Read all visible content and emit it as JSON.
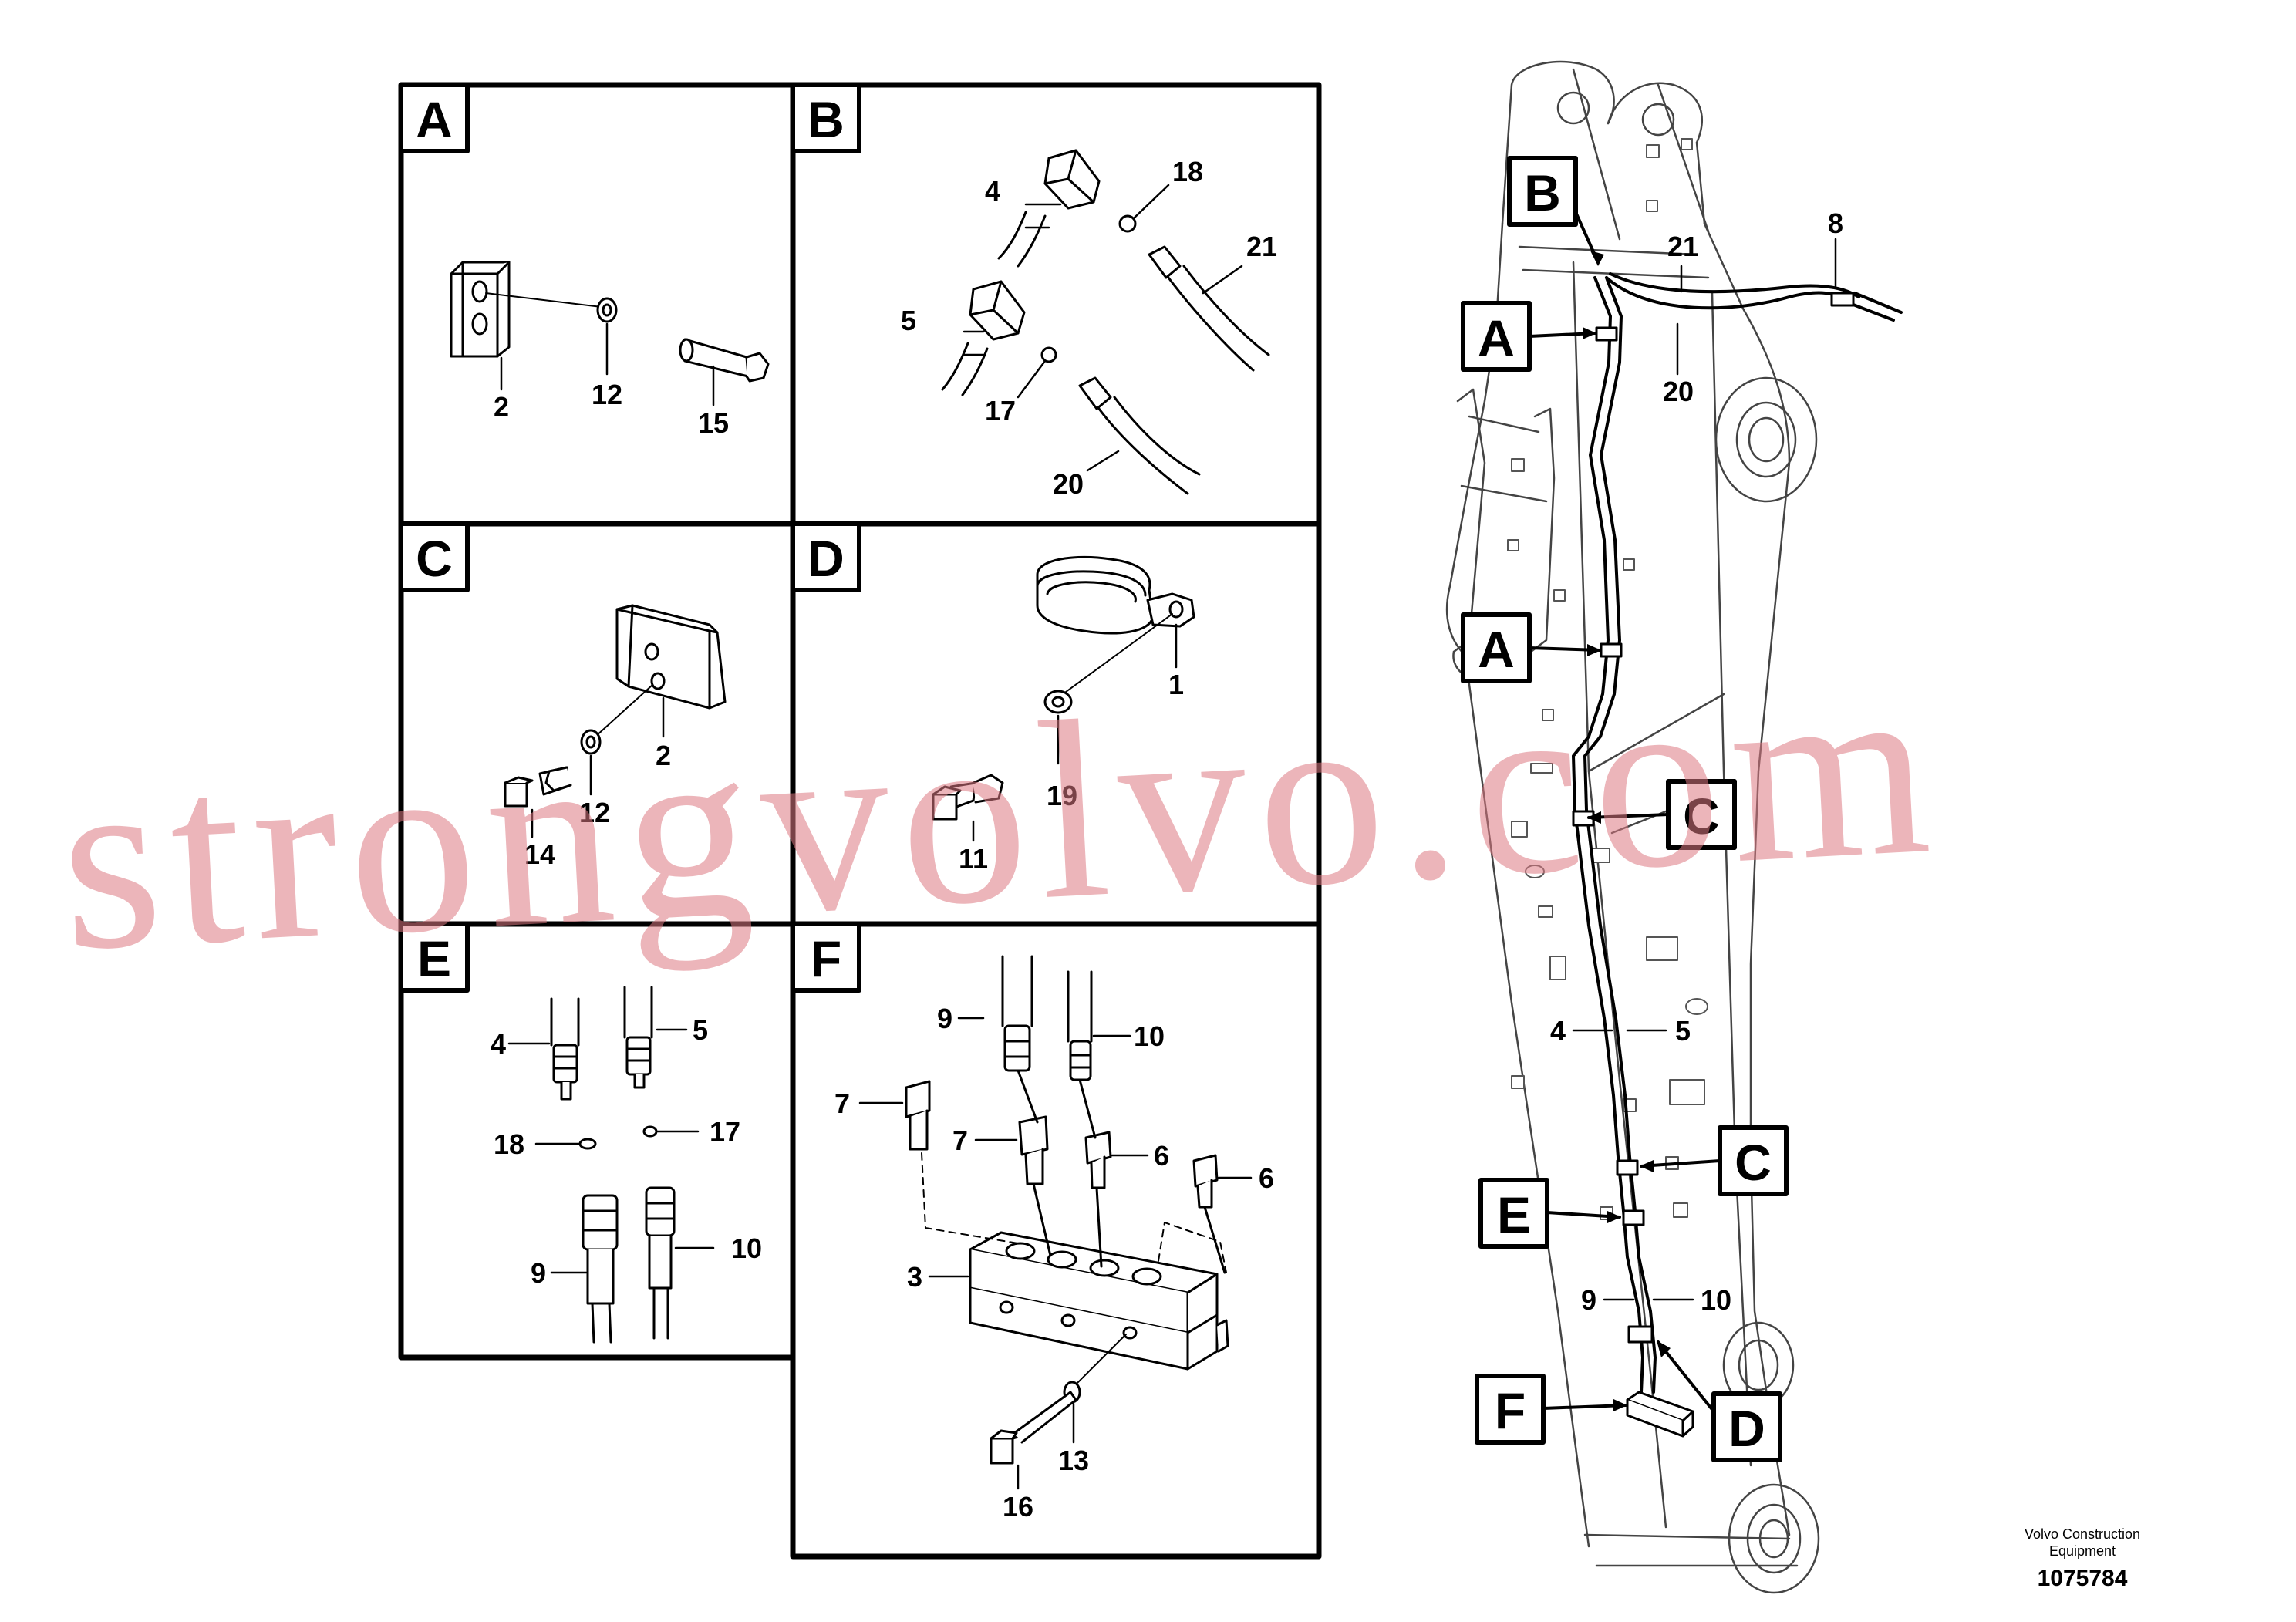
{
  "panels": [
    {
      "letter": "A",
      "parts": [
        "2",
        "12",
        "15"
      ]
    },
    {
      "letter": "B",
      "parts": [
        "4",
        "18",
        "21",
        "5",
        "17",
        "20"
      ]
    },
    {
      "letter": "C",
      "parts": [
        "2",
        "12",
        "14"
      ]
    },
    {
      "letter": "D",
      "parts": [
        "1",
        "19",
        "11"
      ]
    },
    {
      "letter": "E",
      "parts": [
        "4",
        "5",
        "18",
        "17",
        "9",
        "10"
      ]
    },
    {
      "letter": "F",
      "parts": [
        "9",
        "10",
        "7",
        "7",
        "6",
        "6",
        "3",
        "13",
        "16"
      ]
    }
  ],
  "boom": {
    "callouts": [
      "B",
      "A",
      "A",
      "C",
      "C",
      "E",
      "F",
      "D"
    ],
    "parts": [
      "21",
      "8",
      "20",
      "4",
      "5",
      "9",
      "10"
    ]
  },
  "watermark": "strongvolvo.com",
  "credit": {
    "line1": "Volvo Construction",
    "line2": "Equipment",
    "number": "1075784"
  }
}
